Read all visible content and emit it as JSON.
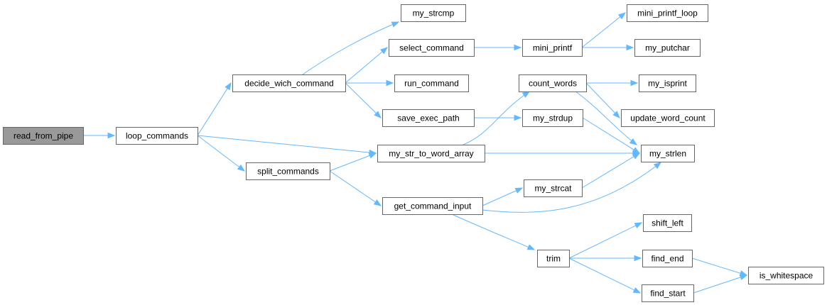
{
  "graph": {
    "root": "read_from_pipe",
    "nodes": [
      {
        "id": "read_from_pipe",
        "label": "read_from_pipe",
        "kind": "root"
      },
      {
        "id": "loop_commands",
        "label": "loop_commands"
      },
      {
        "id": "decide_wich_command",
        "label": "decide_wich_command"
      },
      {
        "id": "split_commands",
        "label": "split_commands"
      },
      {
        "id": "my_strcmp",
        "label": "my_strcmp"
      },
      {
        "id": "select_command",
        "label": "select_command"
      },
      {
        "id": "run_command",
        "label": "run_command"
      },
      {
        "id": "save_exec_path",
        "label": "save_exec_path"
      },
      {
        "id": "my_str_to_word_array",
        "label": "my_str_to_word_array"
      },
      {
        "id": "get_command_input",
        "label": "get_command_input"
      },
      {
        "id": "mini_printf",
        "label": "mini_printf"
      },
      {
        "id": "count_words",
        "label": "count_words"
      },
      {
        "id": "my_strdup",
        "label": "my_strdup"
      },
      {
        "id": "my_strcat",
        "label": "my_strcat"
      },
      {
        "id": "trim",
        "label": "trim"
      },
      {
        "id": "mini_printf_loop",
        "label": "mini_printf_loop"
      },
      {
        "id": "my_putchar",
        "label": "my_putchar"
      },
      {
        "id": "my_isprint",
        "label": "my_isprint"
      },
      {
        "id": "update_word_count",
        "label": "update_word_count"
      },
      {
        "id": "my_strlen",
        "label": "my_strlen"
      },
      {
        "id": "shift_left",
        "label": "shift_left"
      },
      {
        "id": "find_end",
        "label": "find_end"
      },
      {
        "id": "find_start",
        "label": "find_start"
      },
      {
        "id": "is_whitespace",
        "label": "is_whitespace"
      }
    ],
    "edges": [
      [
        "read_from_pipe",
        "loop_commands"
      ],
      [
        "loop_commands",
        "decide_wich_command"
      ],
      [
        "loop_commands",
        "my_str_to_word_array"
      ],
      [
        "loop_commands",
        "split_commands"
      ],
      [
        "decide_wich_command",
        "my_strcmp"
      ],
      [
        "decide_wich_command",
        "select_command"
      ],
      [
        "decide_wich_command",
        "run_command"
      ],
      [
        "decide_wich_command",
        "save_exec_path"
      ],
      [
        "select_command",
        "mini_printf"
      ],
      [
        "mini_printf",
        "mini_printf_loop"
      ],
      [
        "mini_printf",
        "my_putchar"
      ],
      [
        "save_exec_path",
        "my_strdup"
      ],
      [
        "my_str_to_word_array",
        "count_words"
      ],
      [
        "my_str_to_word_array",
        "my_strlen"
      ],
      [
        "split_commands",
        "my_str_to_word_array"
      ],
      [
        "split_commands",
        "get_command_input"
      ],
      [
        "count_words",
        "my_isprint"
      ],
      [
        "count_words",
        "update_word_count"
      ],
      [
        "count_words",
        "my_strlen"
      ],
      [
        "my_strdup",
        "my_strlen"
      ],
      [
        "get_command_input",
        "my_strcat"
      ],
      [
        "get_command_input",
        "my_strlen"
      ],
      [
        "get_command_input",
        "trim"
      ],
      [
        "my_strcat",
        "my_strlen"
      ],
      [
        "trim",
        "shift_left"
      ],
      [
        "trim",
        "find_end"
      ],
      [
        "trim",
        "find_start"
      ],
      [
        "find_end",
        "is_whitespace"
      ],
      [
        "find_start",
        "is_whitespace"
      ]
    ]
  }
}
